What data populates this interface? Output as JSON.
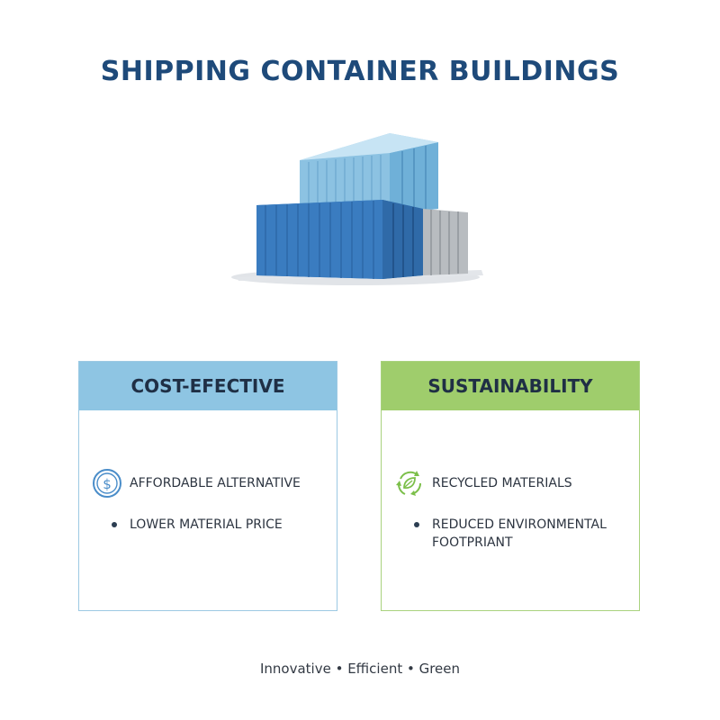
{
  "title": "SHIPPING CONTAINER BUILDINGS",
  "hero": {
    "icon": "shipping-containers-illustration"
  },
  "cards": {
    "cost": {
      "header": "COST-EFECTIVE",
      "item1": {
        "icon": "dollar-coin-icon",
        "text": "AFFORDABLE ALTERNATIVE"
      },
      "item2": {
        "text": "LOWER MATERIAL PRICE"
      },
      "header_color": "#8ec5e3",
      "border_color": "#9cc9e3"
    },
    "sustain": {
      "header": "SUSTAINABILITY",
      "item1": {
        "icon": "recycle-leaf-icon",
        "text": "RECYCLED MATERIALS"
      },
      "item2": {
        "text_line1": "REDUCED ENVIRONMENTAL",
        "text_line2": "FOOTPRIANT"
      },
      "header_color": "#9fcd6c",
      "border_color": "#a9d27e"
    }
  },
  "footer": "Innovative • Efficient • Green",
  "colors": {
    "title": "#1e4a7a",
    "container_blue": "#3d82c4",
    "container_light": "#8cc2e2",
    "container_gray": "#b8bcc0"
  }
}
